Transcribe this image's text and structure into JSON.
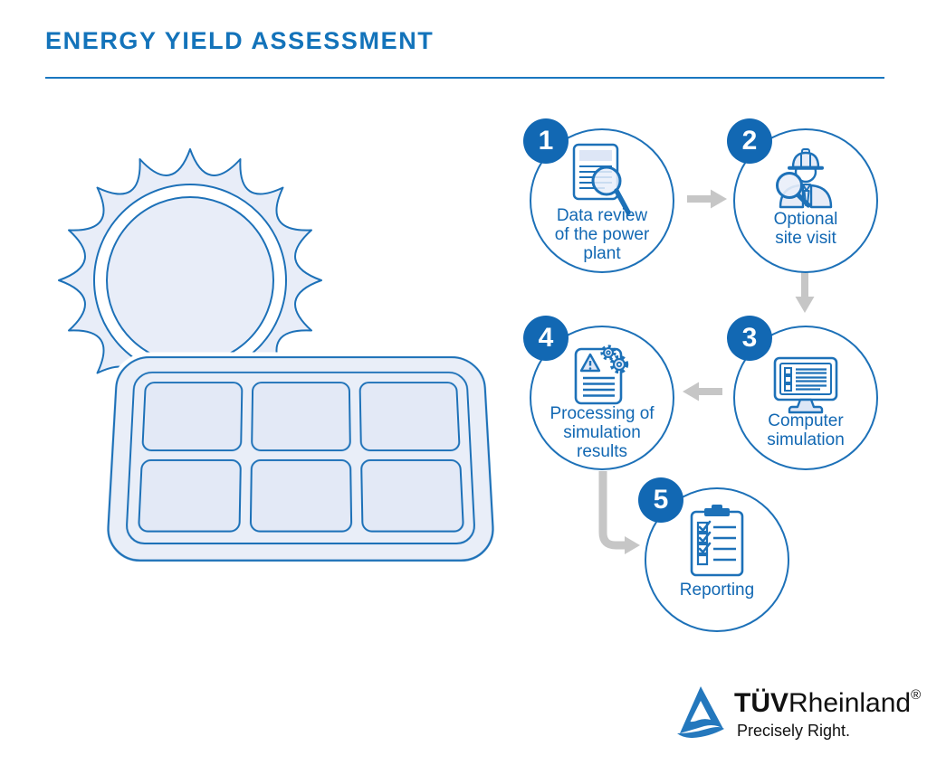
{
  "title": "ENERGY YIELD ASSESSMENT",
  "steps": [
    {
      "number": "1",
      "label": "Data review\nof the power\nplant",
      "icon": "document-magnifier-icon"
    },
    {
      "number": "2",
      "label": "Optional\nsite visit",
      "icon": "site-inspector-icon"
    },
    {
      "number": "3",
      "label": "Computer\nsimulation",
      "icon": "computer-monitor-icon"
    },
    {
      "number": "4",
      "label": "Processing of\nsimulation\nresults",
      "icon": "report-gears-icon"
    },
    {
      "number": "5",
      "label": "Reporting",
      "icon": "clipboard-checklist-icon"
    }
  ],
  "flow_connectors": [
    "step1-to-step2-right",
    "step2-to-step3-down",
    "step3-to-step4-left",
    "step4-to-step5-elbow"
  ],
  "illustration": {
    "name": "sun-and-solar-panel"
  },
  "logo": {
    "brand_bold": "TÜV",
    "brand_regular": "Rheinland",
    "registered_mark": "®",
    "tagline": "Precisely Right."
  },
  "colors": {
    "title_blue": "#1373ba",
    "outline_blue": "#1d71b8",
    "badge_blue": "#1268b3",
    "light_fill": "#e8edf8",
    "arrow_gray": "#c6c6c6"
  }
}
